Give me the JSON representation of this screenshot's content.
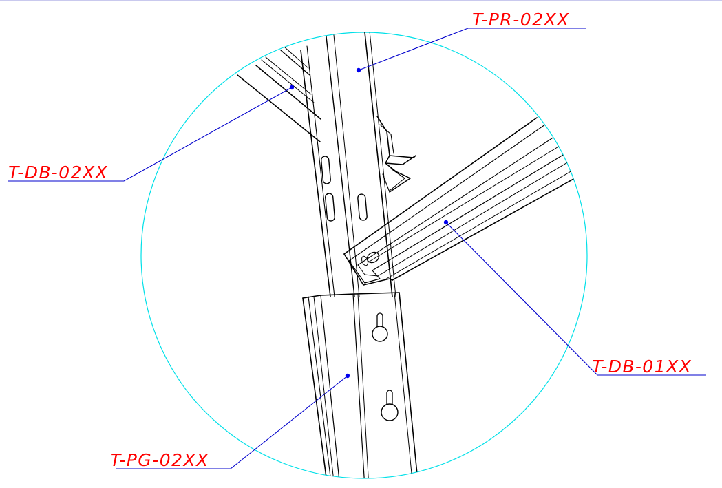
{
  "colors": {
    "background": "#ffffff",
    "detail_circle": "#00e0e8",
    "geometry": "#000000",
    "leader_line": "#0000cc",
    "leader_dot": "#0000ee",
    "label_text": "#ff0000",
    "underline": "#0000cc"
  },
  "callouts": {
    "pr": {
      "text": "T-PR-02XX"
    },
    "db02": {
      "text": "T-DB-02XX"
    },
    "db01": {
      "text": "T-DB-01XX"
    },
    "pg": {
      "text": "T-PG-02XX"
    }
  }
}
